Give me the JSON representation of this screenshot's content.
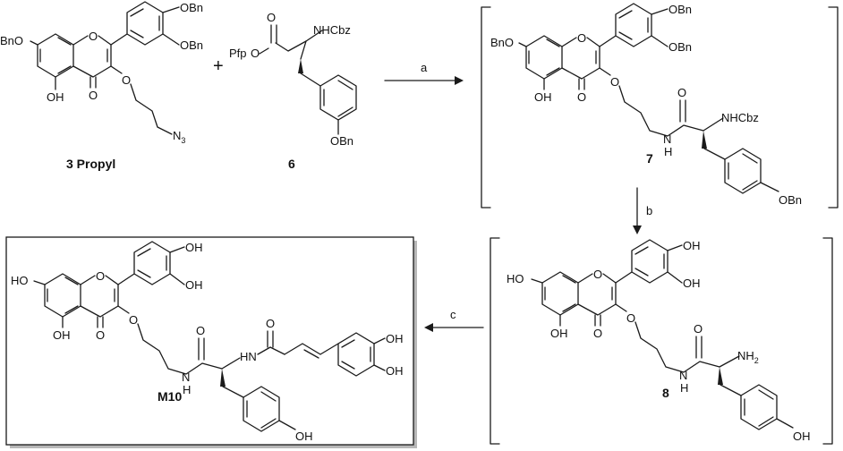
{
  "compounds": {
    "c3": {
      "label": "3 Propyl",
      "atoms": {
        "obn_top": "OBn",
        "obn_mid": "OBn",
        "bno": "BnO",
        "ring_o": "O",
        "oh": "OH",
        "keto": "O",
        "ether_o": "O",
        "azide_n": "N",
        "azide_sub": "3"
      }
    },
    "c6": {
      "label": "6",
      "atoms": {
        "carbonyl_o": "O",
        "pfp": "Pfp",
        "ester_o": "O",
        "nhcbz": "NHCbz",
        "obn": "OBn"
      }
    },
    "c7": {
      "label": "7",
      "atoms": {
        "obn_top": "OBn",
        "obn_mid": "OBn",
        "bno": "BnO",
        "ring_o": "O",
        "oh": "OH",
        "keto": "O",
        "ether_o": "O",
        "nh": "N",
        "nh_h": "H",
        "amide_o": "O",
        "nhcbz": "NHCbz",
        "obn_tyr": "OBn"
      }
    },
    "c8": {
      "label": "8",
      "atoms": {
        "oh_top": "OH",
        "oh_mid": "OH",
        "ho": "HO",
        "ring_o": "O",
        "oh": "OH",
        "keto": "O",
        "ether_o": "O",
        "nh": "N",
        "nh_h": "H",
        "amide_o": "O",
        "nh2": "NH",
        "nh2_sub": "2",
        "oh_tyr": "OH"
      }
    },
    "m10": {
      "label": "M10",
      "atoms": {
        "oh_top": "OH",
        "oh_mid": "OH",
        "ho": "HO",
        "ring_o": "O",
        "oh": "OH",
        "keto": "O",
        "ether_o": "O",
        "nh": "N",
        "nh_h": "H",
        "amide_o": "O",
        "hn": "HN",
        "amide2_o": "O",
        "caf_oh1": "OH",
        "caf_oh2": "OH",
        "oh_tyr": "OH"
      }
    }
  },
  "plus": "+",
  "conditions": {
    "a": "a",
    "b": "b",
    "c": "c"
  }
}
